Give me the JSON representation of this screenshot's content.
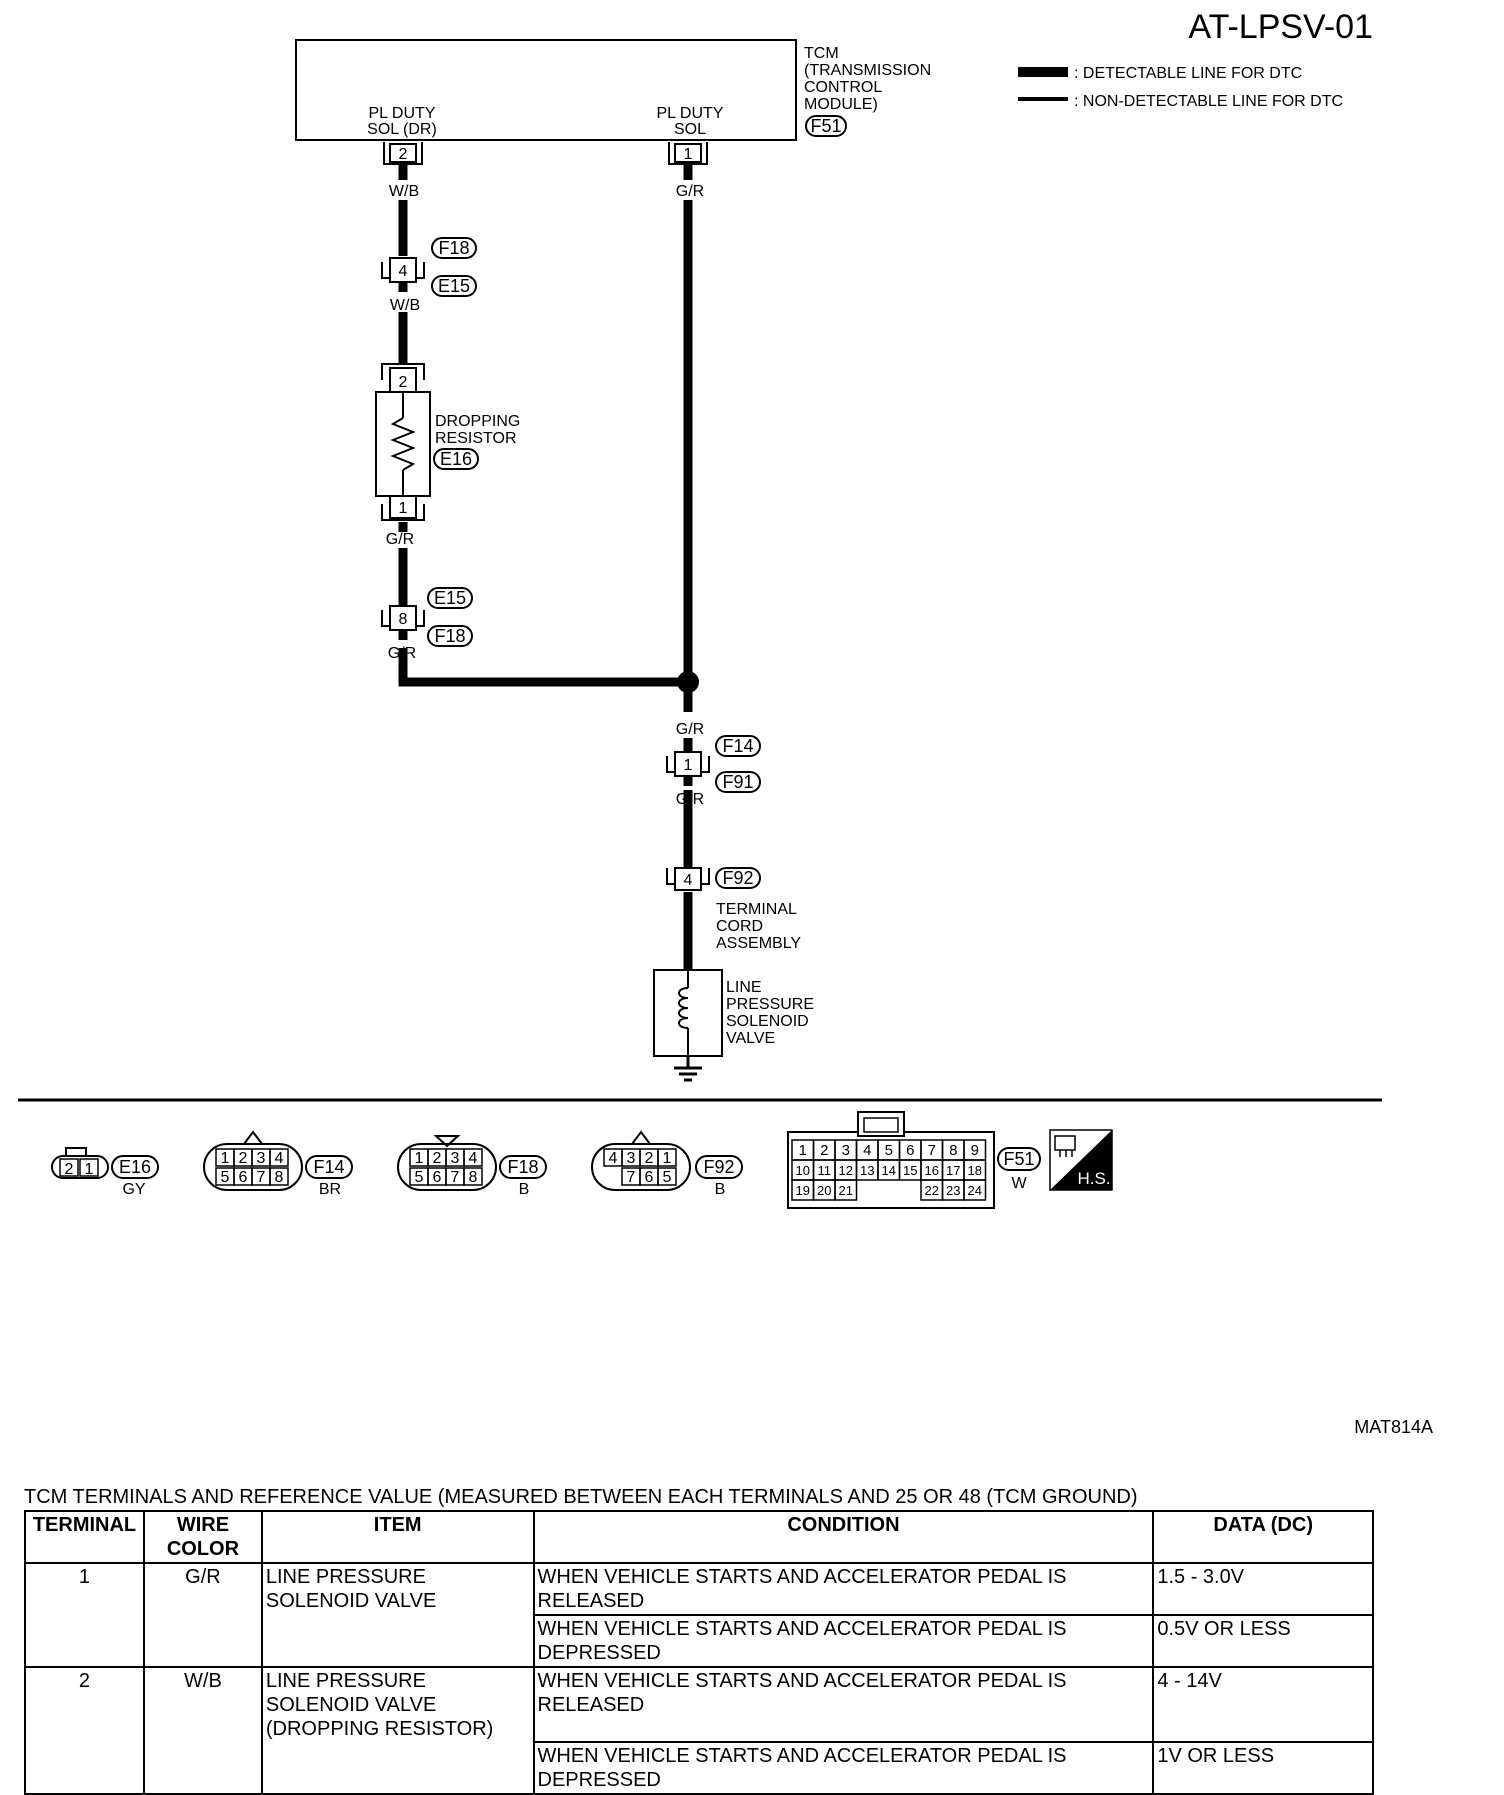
{
  "title": "AT-LPSV-01",
  "legend": [
    {
      "id": "detectable",
      "text": ": DETECTABLE LINE FOR DTC"
    },
    {
      "id": "nondetectable",
      "text": ": NON-DETECTABLE LINE FOR DTC"
    }
  ],
  "tcm": {
    "label_lines": [
      "TCM",
      "(TRANSMISSION",
      "CONTROL",
      "MODULE)"
    ],
    "connector": "F51",
    "pin_left": {
      "name_lines": [
        "PL DUTY",
        "SOL (DR)"
      ],
      "pin": "2",
      "wire": "W/B"
    },
    "pin_right": {
      "name_lines": [
        "PL DUTY",
        "SOL"
      ],
      "pin": "1",
      "wire": "G/R"
    }
  },
  "left_branch": {
    "conn1": {
      "pin": "4",
      "codes": [
        "F18",
        "E15"
      ],
      "wire_below": "W/B"
    },
    "resistor": {
      "label_lines": [
        "DROPPING",
        "RESISTOR"
      ],
      "code": "E16",
      "pin_top": "2",
      "pin_bottom": "1",
      "wire_below": "G/R"
    },
    "conn2": {
      "pin": "8",
      "codes": [
        "E15",
        "F18"
      ],
      "wire_below": "G/R"
    }
  },
  "trunk": {
    "wire_above": "G/R",
    "conn3": {
      "pin": "1",
      "codes": [
        "F14",
        "F91"
      ],
      "wire_below": "G/R"
    },
    "conn4": {
      "pin": "4",
      "code": "F92"
    },
    "terminal_cord_lines": [
      "TERMINAL",
      "CORD",
      "ASSEMBLY"
    ],
    "solenoid_lines": [
      "LINE",
      "PRESSURE",
      "SOLENOID",
      "VALVE"
    ]
  },
  "connectors": [
    {
      "code": "E16",
      "color": "GY",
      "pins_top": [
        "2",
        "1"
      ],
      "pins_bottom": []
    },
    {
      "code": "F14",
      "color": "BR",
      "pins_top": [
        "1",
        "2",
        "3",
        "4"
      ],
      "pins_bottom": [
        "5",
        "6",
        "7",
        "8"
      ]
    },
    {
      "code": "F18",
      "color": "B",
      "pins_top": [
        "1",
        "2",
        "3",
        "4"
      ],
      "pins_bottom": [
        "5",
        "6",
        "7",
        "8"
      ]
    },
    {
      "code": "F92",
      "color": "B",
      "pins_top": [
        "4",
        "3",
        "2",
        "1"
      ],
      "pins_bottom": [
        "7",
        "6",
        "5"
      ]
    },
    {
      "code": "F51",
      "color": "W",
      "rows": [
        [
          "1",
          "2",
          "3",
          "4",
          "5",
          "6",
          "7",
          "8",
          "9"
        ],
        [
          "10",
          "11",
          "12",
          "13",
          "14",
          "15",
          "16",
          "17",
          "18"
        ],
        [
          "19",
          "20",
          "21",
          "",
          "",
          "",
          "22",
          "23",
          "24"
        ]
      ]
    }
  ],
  "hs_label": "H.S.",
  "figure_id": "MAT814A",
  "table": {
    "caption": "TCM TERMINALS AND REFERENCE VALUE (MEASURED BETWEEN EACH TERMINALS AND 25 OR 48 (TCM GROUND)",
    "headers": [
      "TERMINAL",
      "WIRE COLOR",
      "ITEM",
      "CONDITION",
      "DATA (DC)"
    ],
    "rows": [
      {
        "terminal": "1",
        "wire": "G/R",
        "item": "LINE PRESSURE SOLENOID VALVE",
        "cond1": "WHEN VEHICLE STARTS AND ACCELERATOR PEDAL IS RELEASED",
        "data1": "1.5 - 3.0V",
        "cond2": "WHEN VEHICLE STARTS AND ACCELERATOR PEDAL IS DEPRESSED",
        "data2": "0.5V OR LESS"
      },
      {
        "terminal": "2",
        "wire": "W/B",
        "item": "LINE PRESSURE SOLENOID VALVE (DROPPING RESISTOR)",
        "cond1": "WHEN VEHICLE STARTS AND ACCELERATOR PEDAL IS RELEASED",
        "data1": "4 - 14V",
        "cond2": "WHEN VEHICLE STARTS AND ACCELERATOR PEDAL IS DEPRESSED",
        "data2": "1V OR LESS"
      }
    ]
  }
}
